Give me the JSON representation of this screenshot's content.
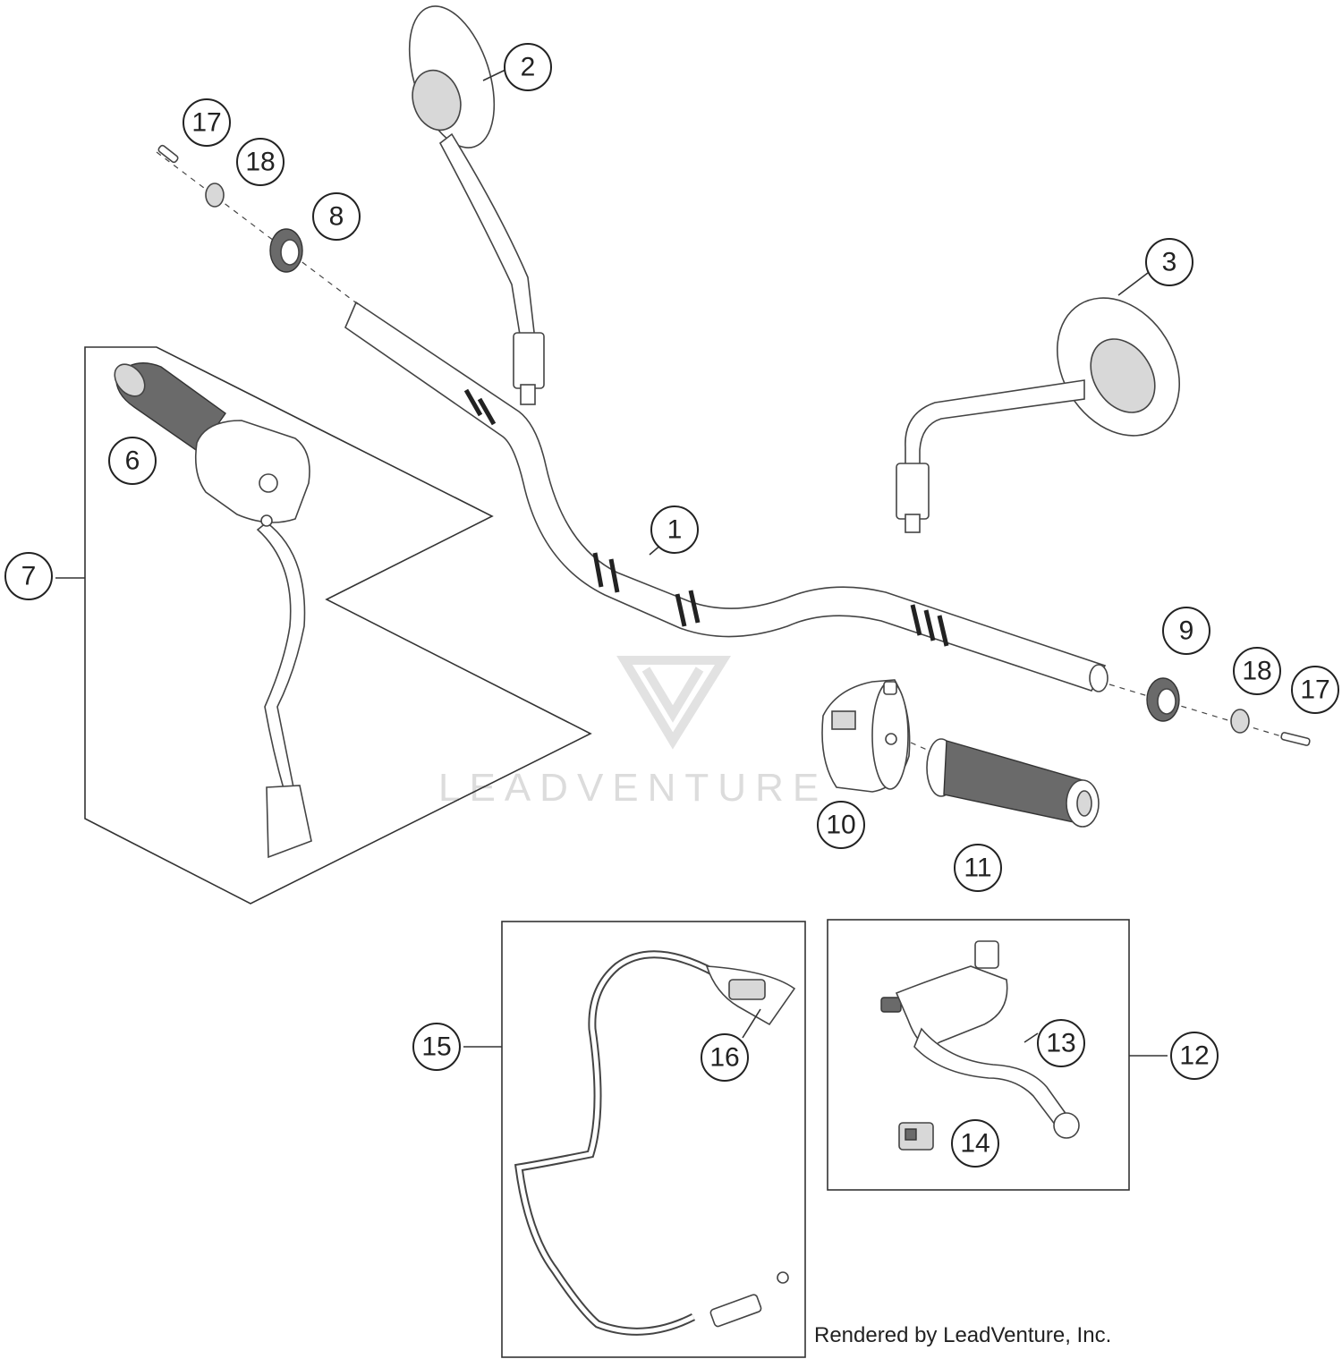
{
  "callouts": {
    "c1": "1",
    "c2": "2",
    "c3": "3",
    "c6": "6",
    "c7": "7",
    "c8": "8",
    "c9": "9",
    "c10": "10",
    "c11": "11",
    "c12": "12",
    "c13": "13",
    "c14": "14",
    "c15": "15",
    "c16": "16",
    "c17a": "17",
    "c17b": "17",
    "c18a": "18",
    "c18b": "18"
  },
  "watermark": "LEADVENTURE",
  "credit": "Rendered by LeadVenture, Inc."
}
